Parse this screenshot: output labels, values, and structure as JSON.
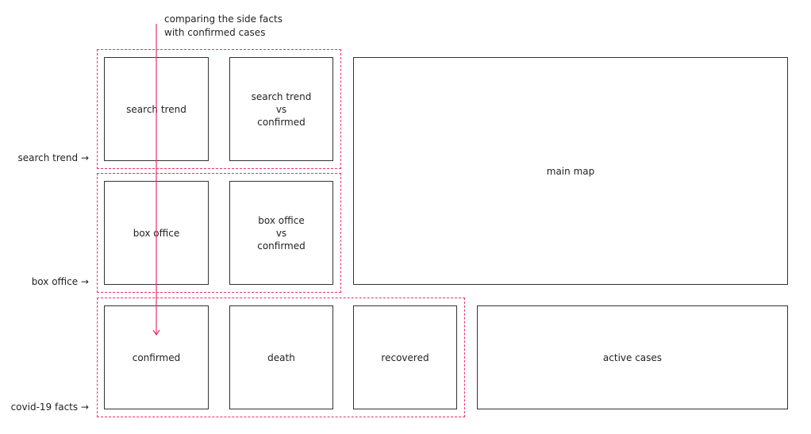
{
  "annotation": "comparing the side facts\nwith confirmed cases",
  "accent_color": "#e8336a",
  "side_labels": {
    "search_trend": "search trend →",
    "box_office": "box office →",
    "covid_facts": "covid-19 facts →"
  },
  "panels": {
    "search_trend": "search trend",
    "search_trend_vs_confirmed": "search trend\nvs\nconfirmed",
    "box_office": "box office",
    "box_office_vs_confirmed": "box office\nvs\nconfirmed",
    "main_map": "main map",
    "confirmed": "confirmed",
    "death": "death",
    "recovered": "recovered",
    "active_cases": "active cases"
  }
}
